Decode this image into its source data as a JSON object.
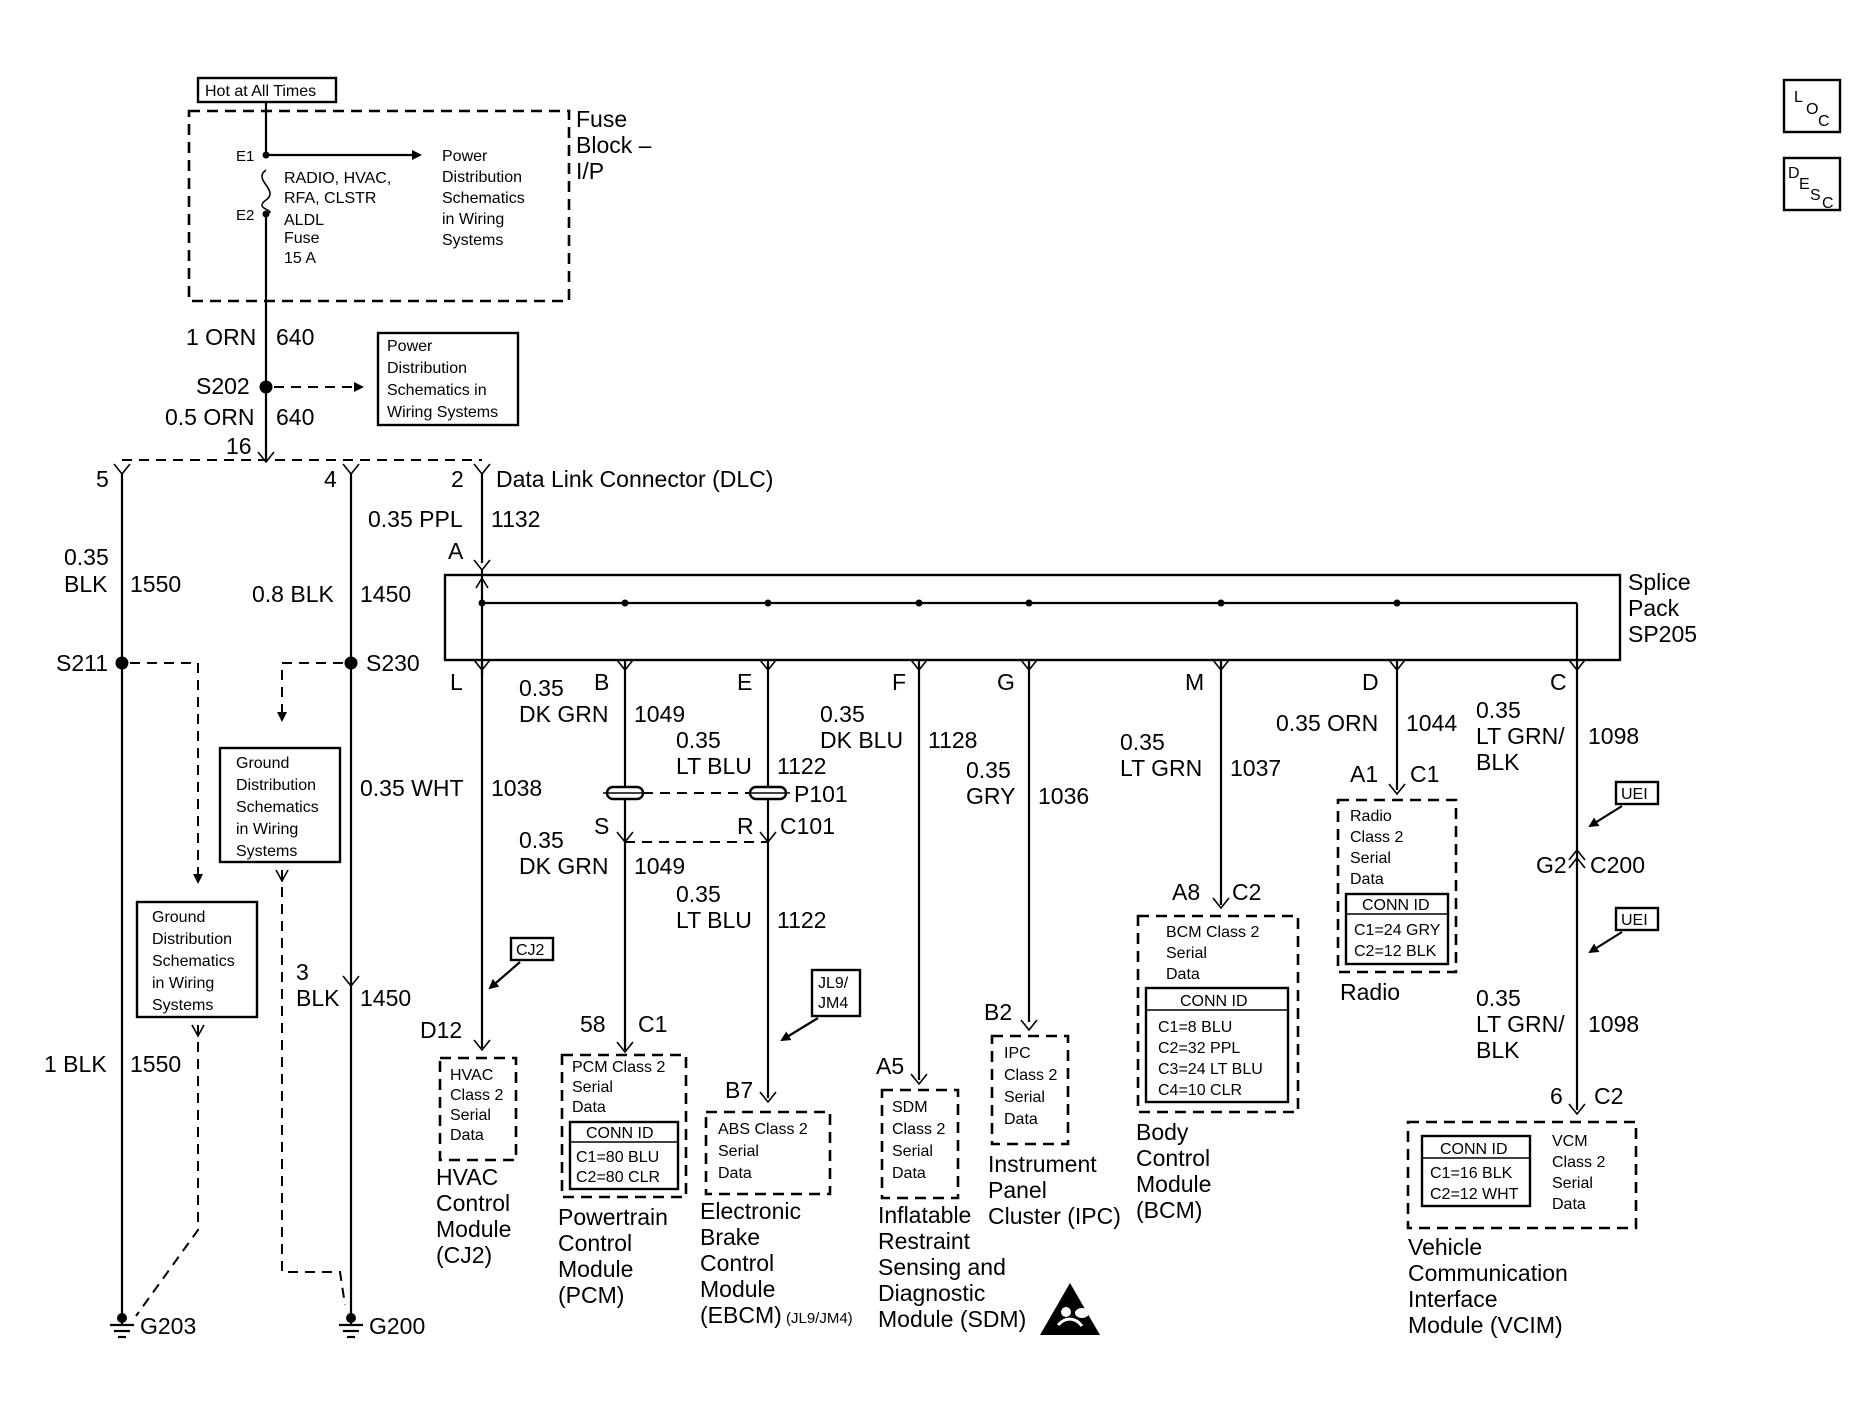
{
  "fuse_block": {
    "hot_label": "Hot at All Times",
    "name_line1": "Fuse",
    "name_line2": "Block –",
    "name_line3": "I/P",
    "e1": "E1",
    "e2": "E2",
    "fuse_lines": [
      "RADIO, HVAC,",
      "RFA, CLSTR",
      "ALDL",
      "Fuse",
      "15 A"
    ],
    "power_ref": [
      "Power",
      "Distribution",
      "Schematics",
      "in Wiring",
      "Systems"
    ]
  },
  "splice_s202": {
    "wire_top_size": "1 ORN",
    "wire_top_circuit": "640",
    "name": "S202",
    "wire_bottom_size": "0.5 ORN",
    "wire_bottom_circuit": "640",
    "power_ref": [
      "Power",
      "Distribution",
      "Schematics in",
      "Wiring Systems"
    ]
  },
  "dlc": {
    "name": "Data Link Connector (DLC)",
    "pin16": "16",
    "pin5": "5",
    "pin4": "4",
    "pin2": "2",
    "wire2_size": "0.35 PPL",
    "wire2_circuit": "1132"
  },
  "left_ground": {
    "wire_a_size1": "0.35",
    "wire_a_size2": "BLK",
    "wire_a_circuit": "1550",
    "splice": "S211",
    "wire_b_size": "1 BLK",
    "wire_b_circuit": "1550",
    "ground": "G203",
    "ref": [
      "Ground",
      "Distribution",
      "Schematics",
      "in Wiring",
      "Systems"
    ]
  },
  "mid_ground": {
    "wire_a_size": "0.8 BLK",
    "wire_a_circuit": "1450",
    "splice": "S230",
    "pin": "3",
    "wire_b_size": "BLK",
    "wire_b_circuit": "1450",
    "ground": "G200",
    "ref": [
      "Ground",
      "Distribution",
      "Schematics",
      "in Wiring",
      "Systems"
    ]
  },
  "splice_pack": {
    "pin_a": "A",
    "name": [
      "Splice",
      "Pack",
      "SP205"
    ]
  },
  "branches": {
    "L": {
      "pin": "L",
      "size": "0.35 WHT",
      "circuit": "1038",
      "option": "CJ2",
      "module_pin": "D12",
      "module_box": [
        "HVAC",
        "Class 2",
        "Serial",
        "Data"
      ],
      "module_name": [
        "HVAC",
        "Control",
        "Module",
        "(CJ2)"
      ]
    },
    "B": {
      "pin": "B",
      "size1": "0.35",
      "size2": "DK GRN",
      "circuit": "1049",
      "pin_s": "S",
      "size_b1": "0.35",
      "size_b2": "DK GRN",
      "circuit_b": "1049",
      "module_pin": "58",
      "module_conn": "C1",
      "module_box": [
        "PCM Class 2",
        "Serial",
        "Data"
      ],
      "conn_title": "CONN ID",
      "conn_lines": [
        "C1=80 BLU",
        "C2=80 CLR"
      ],
      "module_name": [
        "Powertrain",
        "Control",
        "Module",
        "(PCM)"
      ]
    },
    "E": {
      "pin": "E",
      "size1": "0.35",
      "size2": "LT BLU",
      "circuit": "1122",
      "p101": "P101",
      "pin_r": "R",
      "c101": "C101",
      "size_b1": "0.35",
      "size_b2": "LT BLU",
      "circuit_b": "1122",
      "option_1": "JL9/",
      "option_2": "JM4",
      "module_pin": "B7",
      "module_box": [
        "ABS Class 2",
        "Serial",
        "Data"
      ],
      "module_name": [
        "Electronic",
        "Brake",
        "Control",
        "Module"
      ],
      "module_name_last": "(EBCM)",
      "module_name_suffix": "(JL9/JM4)"
    },
    "F": {
      "pin": "F",
      "size1": "0.35",
      "size2": "DK BLU",
      "circuit": "1128",
      "module_pin": "A5",
      "module_box": [
        "SDM",
        "Class 2",
        "Serial",
        "Data"
      ],
      "module_name": [
        "Inflatable",
        "Restraint",
        "Sensing and",
        "Diagnostic",
        "Module (SDM)"
      ]
    },
    "G": {
      "pin": "G",
      "size1": "0.35",
      "size2": "GRY",
      "circuit": "1036",
      "module_pin": "B2",
      "module_box": [
        "IPC",
        "Class 2",
        "Serial",
        "Data"
      ],
      "module_name": [
        "Instrument",
        "Panel",
        "Cluster (IPC)"
      ]
    },
    "M": {
      "pin": "M",
      "size1": "0.35",
      "size2": "LT GRN",
      "circuit": "1037",
      "module_pin": "A8",
      "module_conn": "C2",
      "module_box": [
        "BCM Class 2",
        "Serial",
        "Data"
      ],
      "conn_title": "CONN ID",
      "conn_lines": [
        "C1=8 BLU",
        "C2=32 PPL",
        "C3=24 LT BLU",
        "C4=10 CLR"
      ],
      "module_name": [
        "Body",
        "Control",
        "Module",
        "(BCM)"
      ]
    },
    "D": {
      "pin": "D",
      "size": "0.35 ORN",
      "circuit": "1044",
      "module_pin": "A1",
      "module_conn": "C1",
      "module_box": [
        "Radio",
        "Class 2",
        "Serial",
        "Data"
      ],
      "conn_title": "CONN ID",
      "conn_lines": [
        "C1=24 GRY",
        "C2=12 BLK"
      ],
      "module_name": [
        "Radio"
      ]
    },
    "C": {
      "pin": "C",
      "size1": "0.35",
      "size2": "LT GRN/",
      "size3": "BLK",
      "circuit": "1098",
      "option": "UEI",
      "g2": "G2",
      "c200": "C200",
      "option_b": "UEI",
      "size_b1": "0.35",
      "size_b2": "LT GRN/",
      "size_b3": "BLK",
      "circuit_b": "1098",
      "module_pin": "6",
      "module_conn": "C2",
      "conn_title": "CONN ID",
      "conn_lines": [
        "C1=16 BLK",
        "C2=12 WHT"
      ],
      "module_box": [
        "VCM",
        "Class 2",
        "Serial",
        "Data"
      ],
      "module_name": [
        "Vehicle",
        "Communication",
        "Interface",
        "Module (VCIM)"
      ]
    }
  },
  "icons": {
    "loc": {
      "main": "L",
      "sub": "O",
      "sub2": "C"
    },
    "desc": {
      "main": "D",
      "sub": "E",
      "sub2": "S",
      "sub3": "C"
    }
  }
}
